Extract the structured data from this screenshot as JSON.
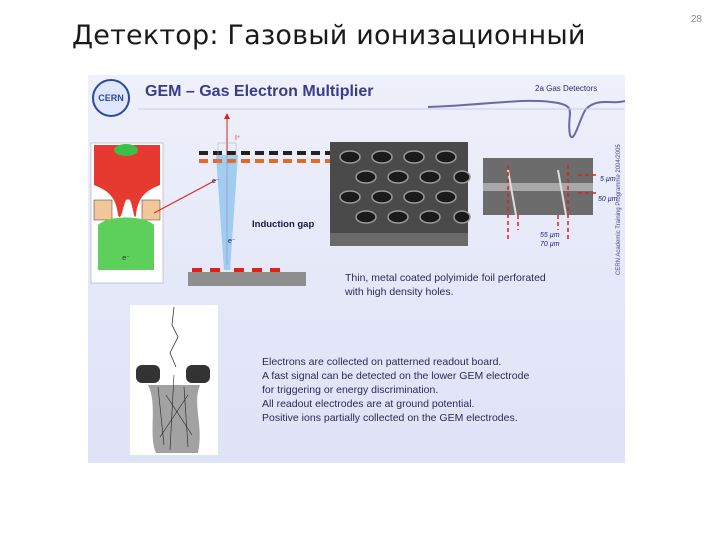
{
  "slide": {
    "title": "Детектор: Газовый ионизационный",
    "page_number": "28"
  },
  "embed": {
    "logo_text": "CERN",
    "title": "GEM – Gas Electron Multiplier",
    "section_label": "2a   Gas Detectors",
    "side_text": "CERN Academic Training Programme 2004/2005",
    "labels": {
      "electron": "e⁻",
      "ion": "I⁺",
      "induction_gap": "Induction gap",
      "dim_5um": "5 µm",
      "dim_50um": "50 µm",
      "dim_55um": "55 µm",
      "dim_70um": "70 µm"
    },
    "foil_text": [
      "Thin, metal coated polyimide foil perforated",
      "with high density holes."
    ],
    "readout_text": [
      "Electrons are collected on patterned readout board.",
      "A fast signal can be detected on the lower GEM electrode",
      "for triggering or energy discrimination.",
      "All readout electrodes are at ground potential.",
      "Positive ions partially collected on the GEM electrodes."
    ]
  },
  "colors": {
    "accent_red": "#e0201a",
    "accent_blue": "#1e7fd8",
    "title_blue": "#3b3b8a"
  }
}
